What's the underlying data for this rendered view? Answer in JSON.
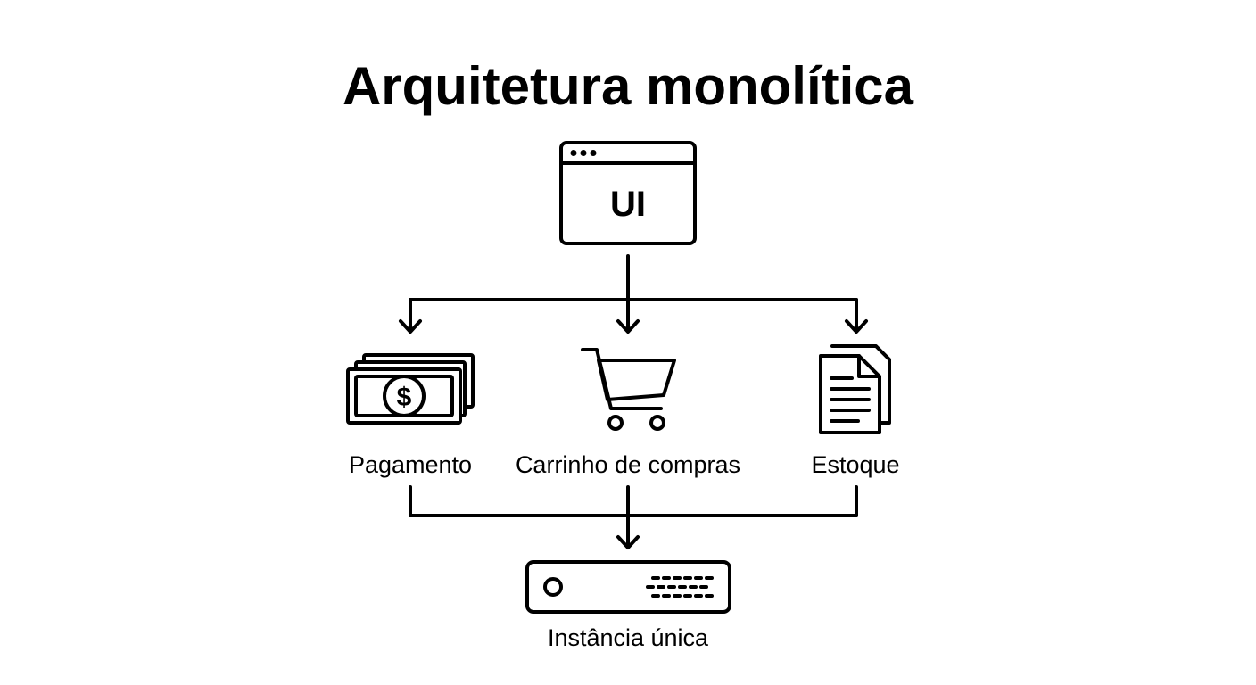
{
  "title": "Arquitetura monolítica",
  "ui_box": {
    "label": "UI",
    "icon": "browser-window-icon"
  },
  "modules": [
    {
      "label": "Pagamento",
      "icon": "money-bills-icon"
    },
    {
      "label": "Carrinho de compras",
      "icon": "shopping-cart-icon"
    },
    {
      "label": "Estoque",
      "icon": "documents-icon"
    }
  ],
  "instance": {
    "label": "Instância única",
    "icon": "server-icon"
  }
}
